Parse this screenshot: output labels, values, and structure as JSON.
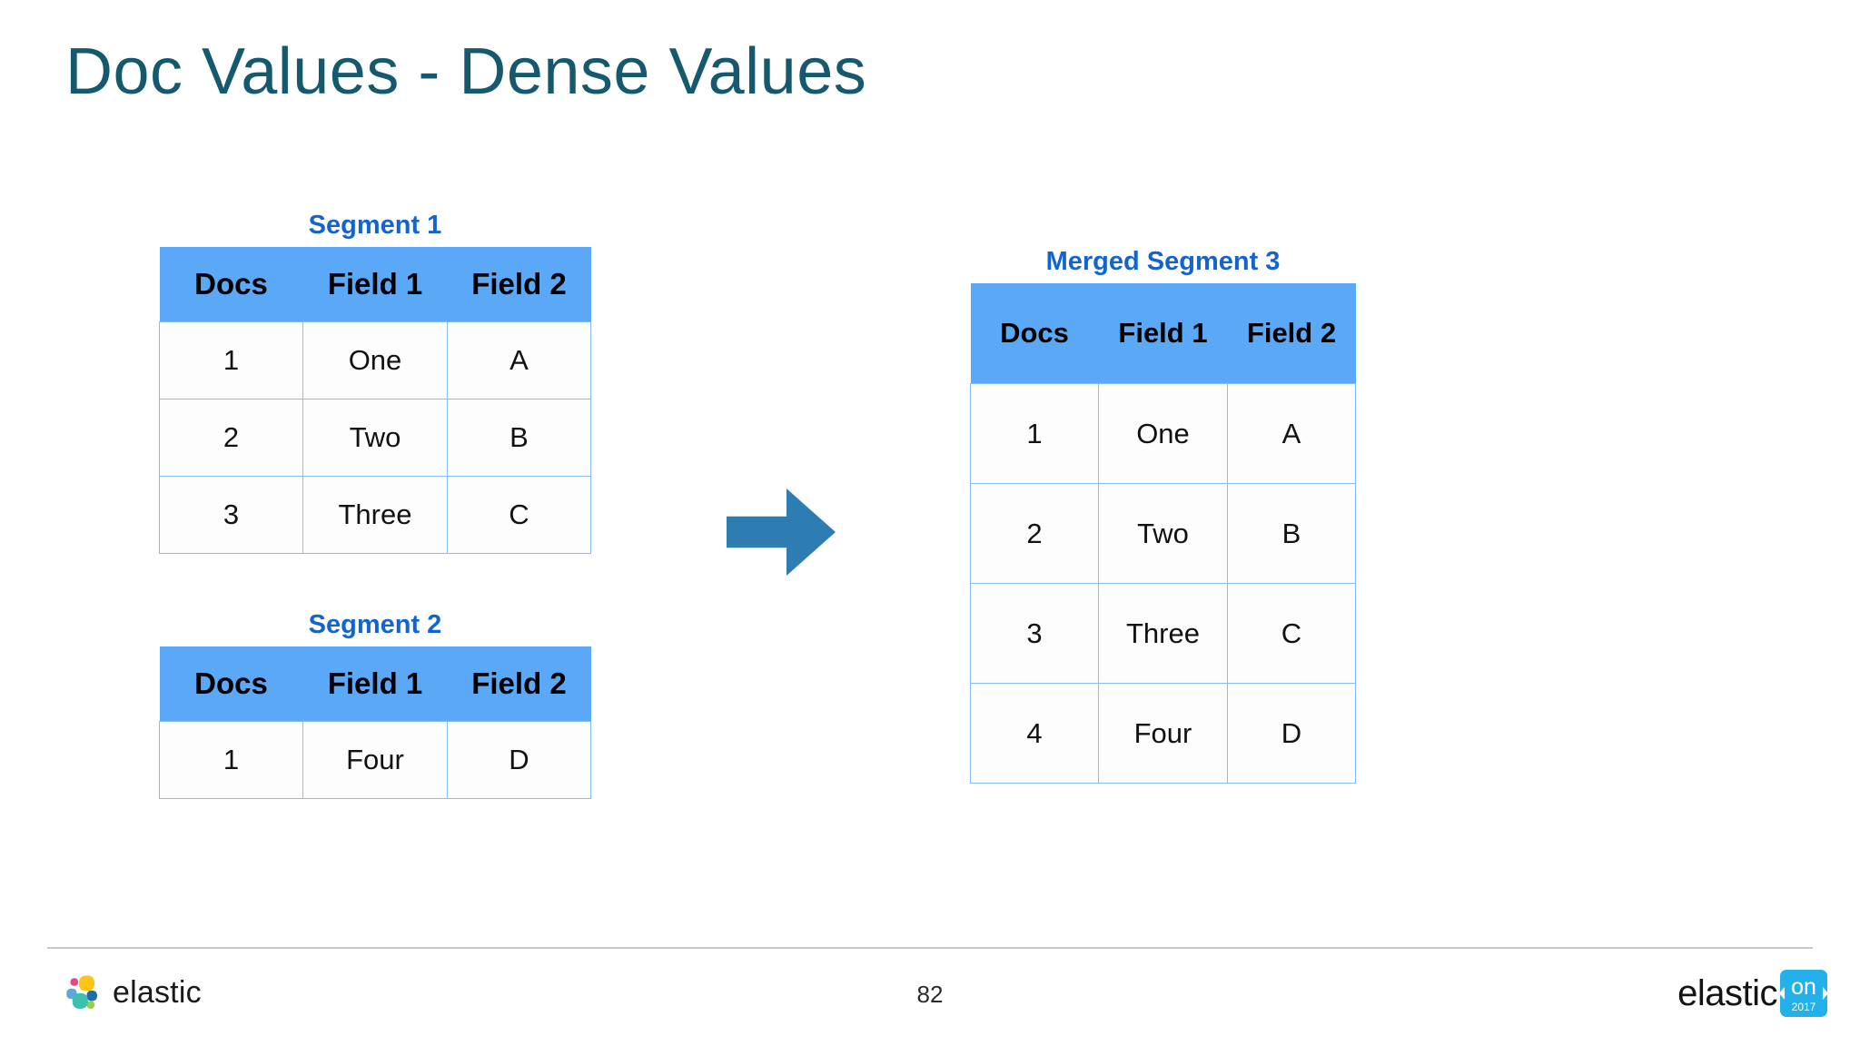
{
  "slide": {
    "title": "Doc Values - Dense Values",
    "page_number": "82",
    "title_color": "#14596E",
    "caption_color": "#1364CE",
    "header_bg": "#5BA8F7",
    "cell_border": "#86BCF2",
    "arrow_color": "#2E7DB2"
  },
  "segment_1": {
    "caption": "Segment 1",
    "columns": [
      "Docs",
      "Field 1",
      "Field 2"
    ],
    "rows": [
      [
        "1",
        "One",
        "A"
      ],
      [
        "2",
        "Two",
        "B"
      ],
      [
        "3",
        "Three",
        "C"
      ]
    ]
  },
  "segment_2": {
    "caption": "Segment 2",
    "columns": [
      "Docs",
      "Field 1",
      "Field 2"
    ],
    "rows": [
      [
        "1",
        "Four",
        "D"
      ]
    ]
  },
  "merged_segment": {
    "caption": "Merged Segment 3",
    "columns": [
      "Docs",
      "Field 1",
      "Field 2"
    ],
    "rows": [
      [
        "1",
        "One",
        "A"
      ],
      [
        "2",
        "Two",
        "B"
      ],
      [
        "3",
        "Three",
        "C"
      ],
      [
        "4",
        "Four",
        "D"
      ]
    ]
  },
  "arrow": {
    "direction": "right"
  },
  "footer": {
    "brand": "elastic",
    "event_brand": "elastic",
    "event_badge": "on",
    "event_year": "2017"
  }
}
